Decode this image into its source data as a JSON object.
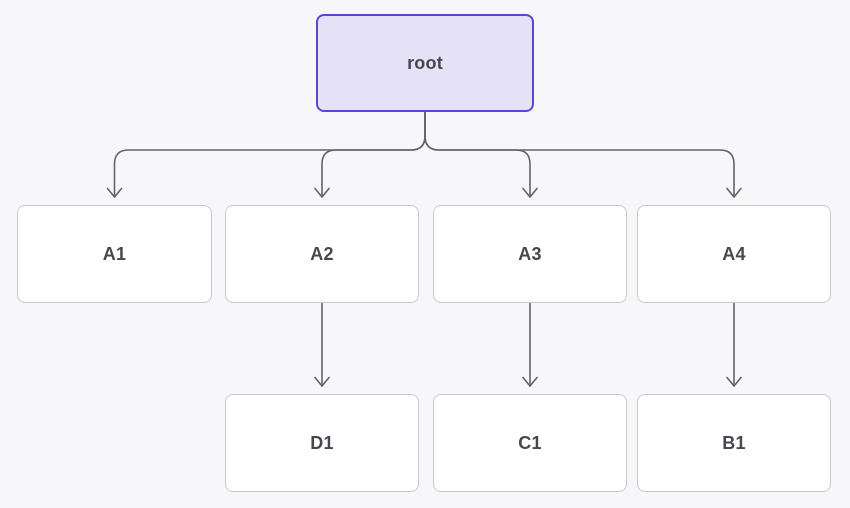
{
  "diagram": {
    "type": "tree-flowchart",
    "direction": "top-down"
  },
  "nodes": {
    "root": {
      "label": "root",
      "kind": "root"
    },
    "A1": {
      "label": "A1",
      "kind": "default"
    },
    "A2": {
      "label": "A2",
      "kind": "default"
    },
    "A3": {
      "label": "A3",
      "kind": "default"
    },
    "A4": {
      "label": "A4",
      "kind": "default"
    },
    "D1": {
      "label": "D1",
      "kind": "default"
    },
    "C1": {
      "label": "C1",
      "kind": "default"
    },
    "B1": {
      "label": "B1",
      "kind": "default"
    }
  },
  "edges": [
    {
      "from": "root",
      "to": "A1"
    },
    {
      "from": "root",
      "to": "A2"
    },
    {
      "from": "root",
      "to": "A3"
    },
    {
      "from": "root",
      "to": "A4"
    },
    {
      "from": "A2",
      "to": "D1"
    },
    {
      "from": "A3",
      "to": "C1"
    },
    {
      "from": "A4",
      "to": "B1"
    }
  ],
  "colors": {
    "background": "#f7f7f9",
    "root_fill": "#e5e1f6",
    "root_border": "#5a46cf",
    "node_fill": "#ffffff",
    "node_border": "#c8c8d1",
    "edge": "#64646f",
    "text": "#47474f"
  }
}
